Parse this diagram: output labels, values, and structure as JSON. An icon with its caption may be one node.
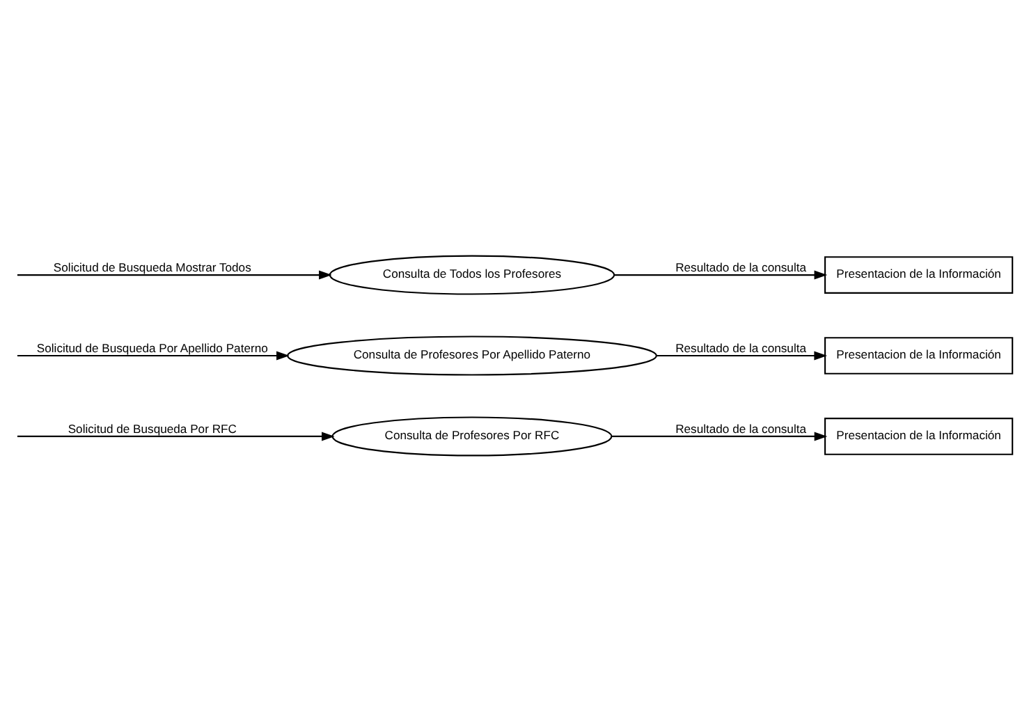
{
  "diagram": {
    "nodes": [
      {
        "text": [
          "Consulta de Profesores Por RFC"
        ]
      },
      {
        "text": [
          "Presentacion de la Información"
        ]
      },
      {
        "text": [
          "Consulta de Profesores Por Apellido Paterno"
        ]
      },
      {
        "text": [
          "Presentacion de la Información"
        ]
      },
      {
        "text": [
          "Consulta de Todos los Profesores"
        ]
      },
      {
        "text": [
          "Presentacion de la Información"
        ]
      }
    ],
    "edges": [
      {
        "from": null,
        "to": 0,
        "arrow": "to",
        "label": "Solicitud de Busqueda Por RFC"
      },
      {
        "from": 0,
        "to": 1,
        "arrow": "to",
        "label": "Resultado de la consulta"
      },
      {
        "from": null,
        "to": 2,
        "arrow": "to",
        "label": "Solicitud de Busqueda Por Apellido Paterno"
      },
      {
        "from": 2,
        "to": 3,
        "arrow": "to",
        "label": "Resultado de la consulta"
      },
      {
        "from": null,
        "to": 4,
        "arrow": "to",
        "label": "Solicitud de Busqueda Mostrar Todos"
      },
      {
        "from": 4,
        "to": 5,
        "arrow": "to",
        "label": "Resultado de la consulta"
      }
    ]
  }
}
